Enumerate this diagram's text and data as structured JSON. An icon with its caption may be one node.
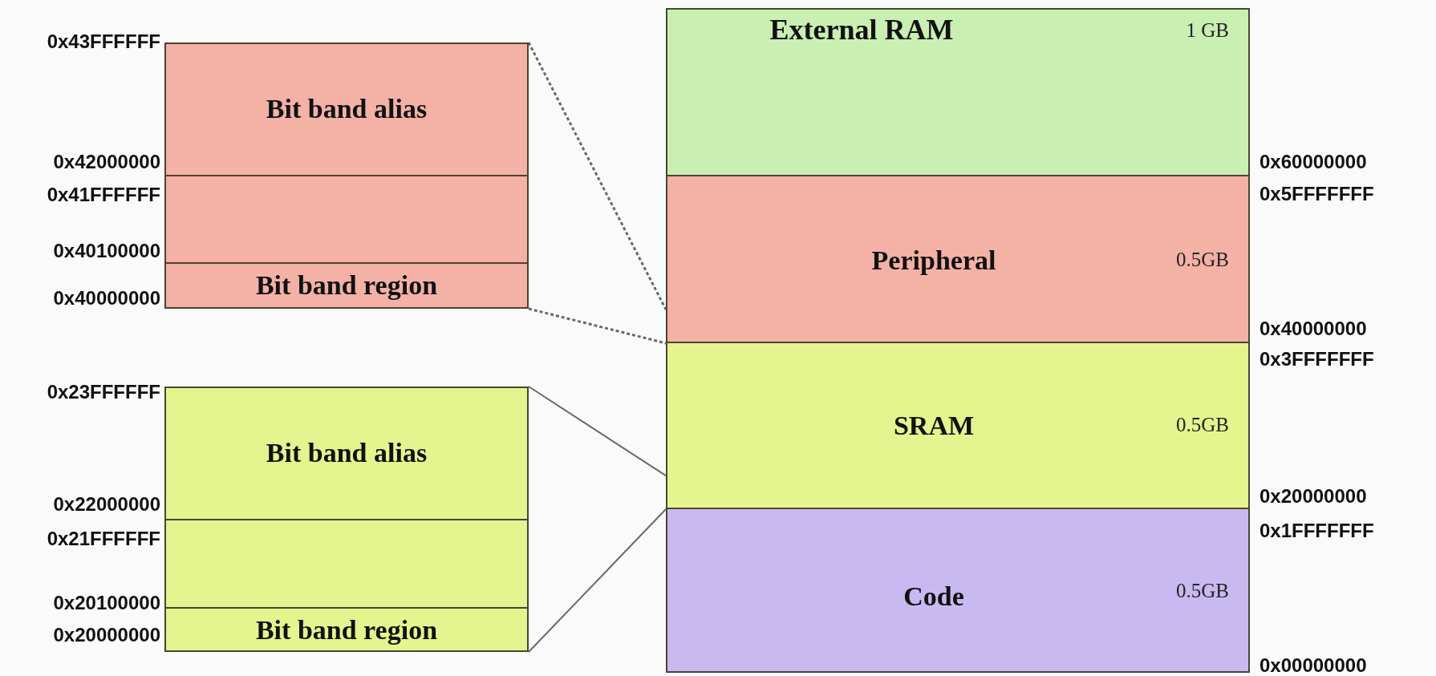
{
  "diagram": {
    "nodes": [
      {
        "text": [
          "External RAM",
          "1 GB"
        ]
      },
      {
        "text": [
          "Peripheral",
          "0.5GB"
        ]
      },
      {
        "text": [
          "SRAM",
          "0.5GB"
        ]
      },
      {
        "text": [
          "Code",
          "0.5GB"
        ]
      },
      {
        "text": [
          "Bit band alias"
        ]
      },
      {
        "text": [],
        "shape": "box"
      },
      {
        "text": [
          "Bit band region"
        ]
      },
      {
        "text": [
          "Bit band alias"
        ]
      },
      {
        "text": [],
        "shape": "box"
      },
      {
        "text": [
          "Bit band region"
        ]
      }
    ],
    "edges": [
      {
        "from": 4,
        "to": 1,
        "arrow": "none",
        "style": "dashed"
      },
      {
        "from": 6,
        "to": 1,
        "arrow": "none",
        "style": "dashed"
      },
      {
        "from": 7,
        "to": 2,
        "arrow": "none"
      },
      {
        "from": 9,
        "to": 2,
        "arrow": "none"
      }
    ],
    "labels": [
      "0x43FFFFFF",
      "0x42000000",
      "0x41FFFFFF",
      "0x40100000",
      "0x40000000",
      "0x23FFFFFF",
      "0x22000000",
      "0x21FFFFFF",
      "0x20100000",
      "0x20000000",
      "0x60000000",
      "0x5FFFFFFF",
      "0x40000000",
      "0x3FFFFFFF",
      "0x20000000",
      "0x1FFFFFFF",
      "0x00000000"
    ]
  }
}
